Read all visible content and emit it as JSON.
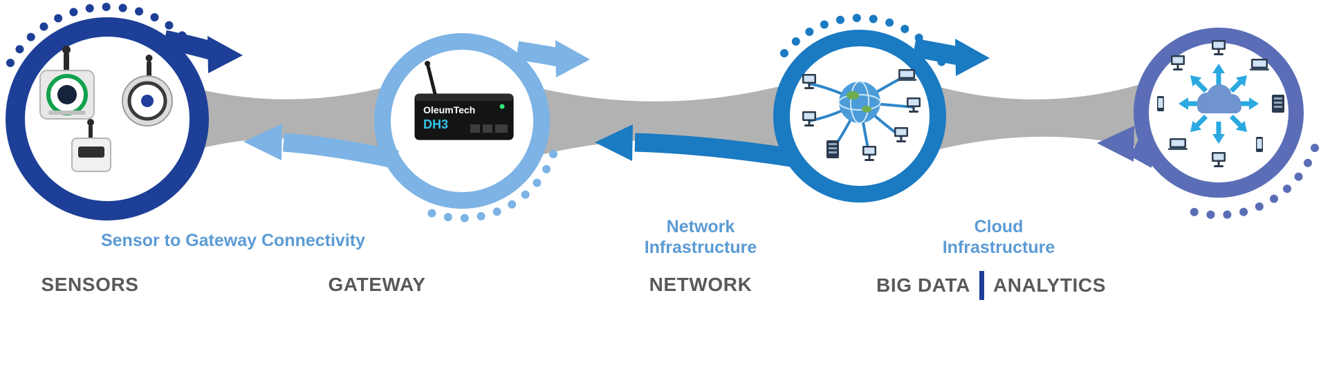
{
  "colors": {
    "sensors_ring": "#1d3f97",
    "gateway_ring": "#7db3e5",
    "network_ring": "#1a7ac2",
    "cloud_ring": "#5a6db6",
    "connector_gray": "#b2b2b2",
    "caption_blue": "#5b9bd5",
    "stage_label_gray": "#595959",
    "divider_navy": "#1f3d99"
  },
  "captions": {
    "sensor_to_gateway": "Sensor to Gateway Connectivity",
    "network_line1": "Network",
    "network_line2": "Infrastructure",
    "cloud_line1": "Cloud",
    "cloud_line2": "Infrastructure"
  },
  "stages": {
    "sensors": "SENSORS",
    "gateway": "GATEWAY",
    "network": "NETWORK",
    "big_data": "BIG DATA",
    "analytics": "ANALYTICS"
  },
  "gateway_device": {
    "brand": "OleumTech",
    "model": "DH3"
  },
  "images": {
    "sensors": "wireless-sensor-transmitters",
    "gateway": "wireless-gateway-device",
    "network": "globe-network-computers",
    "cloud": "cloud-connected-devices"
  }
}
